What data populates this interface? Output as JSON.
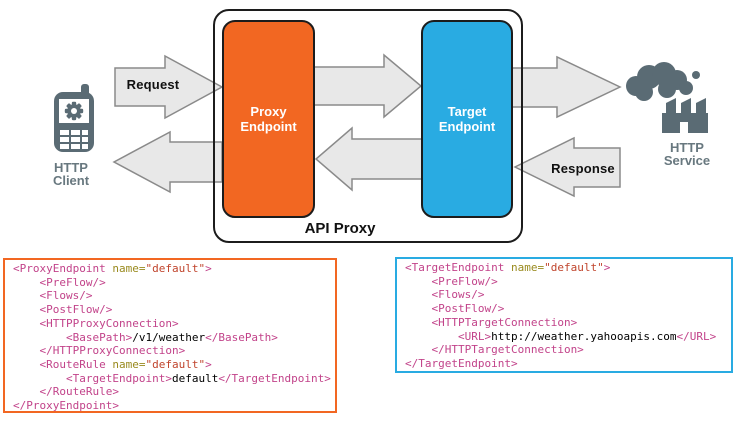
{
  "diagram": {
    "client": {
      "icon": "mobile-phone-icon",
      "label_line1": "HTTP",
      "label_line2": "Client"
    },
    "service": {
      "icon": "factory-smoke-icon",
      "label_line1": "HTTP",
      "label_line2": "Service"
    },
    "api_proxy": {
      "label": "API Proxy"
    },
    "proxy_endpoint": {
      "label_line1": "Proxy",
      "label_line2": "Endpoint",
      "color": "#F26722"
    },
    "target_endpoint": {
      "label_line1": "Target",
      "label_line2": "Endpoint",
      "color": "#29ABE2"
    },
    "arrows": {
      "request_label": "Request",
      "response_label": "Response"
    }
  },
  "colors": {
    "icon_gray": "#5A6B74",
    "label_gray": "#68787F",
    "arrow_fill": "#E8E8E8",
    "arrow_stroke": "#8A8A8A",
    "box_border": "#1C1C1C",
    "syntax_tag": "#C2438A",
    "syntax_attr_name": "#998A1E",
    "syntax_attr_value": "#C0442C",
    "syntax_text": "#000000"
  },
  "code_blocks": [
    {
      "name": "proxy-endpoint-xml",
      "border_color": "#F26722",
      "lines": [
        [
          {
            "c": "tag",
            "t": "<ProxyEndpoint "
          },
          {
            "c": "attr",
            "t": "name="
          },
          {
            "c": "val",
            "t": "\"default\""
          },
          {
            "c": "tag",
            "t": ">"
          }
        ],
        [
          {
            "c": "tag",
            "t": "    <PreFlow/>"
          }
        ],
        [
          {
            "c": "tag",
            "t": "    <Flows/>"
          }
        ],
        [
          {
            "c": "tag",
            "t": "    <PostFlow/>"
          }
        ],
        [
          {
            "c": "tag",
            "t": "    <HTTPProxyConnection>"
          }
        ],
        [
          {
            "c": "tag",
            "t": "        <BasePath>"
          },
          {
            "c": "text",
            "t": "/v1/weather"
          },
          {
            "c": "tag",
            "t": "</BasePath>"
          }
        ],
        [
          {
            "c": "tag",
            "t": "    </HTTPProxyConnection>"
          }
        ],
        [
          {
            "c": "tag",
            "t": "    <RouteRule "
          },
          {
            "c": "attr",
            "t": "name="
          },
          {
            "c": "val",
            "t": "\"default\""
          },
          {
            "c": "tag",
            "t": ">"
          }
        ],
        [
          {
            "c": "tag",
            "t": "        <TargetEndpoint>"
          },
          {
            "c": "text",
            "t": "default"
          },
          {
            "c": "tag",
            "t": "</TargetEndpoint>"
          }
        ],
        [
          {
            "c": "tag",
            "t": "    </RouteRule>"
          }
        ],
        [
          {
            "c": "tag",
            "t": "</ProxyEndpoint>"
          }
        ]
      ]
    },
    {
      "name": "target-endpoint-xml",
      "border_color": "#29ABE2",
      "lines": [
        [
          {
            "c": "tag",
            "t": "<TargetEndpoint "
          },
          {
            "c": "attr",
            "t": "name="
          },
          {
            "c": "val",
            "t": "\"default\""
          },
          {
            "c": "tag",
            "t": ">"
          }
        ],
        [
          {
            "c": "tag",
            "t": "    <PreFlow/>"
          }
        ],
        [
          {
            "c": "tag",
            "t": "    <Flows/>"
          }
        ],
        [
          {
            "c": "tag",
            "t": "    <PostFlow/>"
          }
        ],
        [
          {
            "c": "tag",
            "t": "    <HTTPTargetConnection>"
          }
        ],
        [
          {
            "c": "tag",
            "t": "        <URL>"
          },
          {
            "c": "text",
            "t": "http://weather.yahooapis.com"
          },
          {
            "c": "tag",
            "t": "</URL>"
          }
        ],
        [
          {
            "c": "tag",
            "t": "    </HTTPTargetConnection>"
          }
        ],
        [
          {
            "c": "tag",
            "t": "</TargetEndpoint>"
          }
        ]
      ]
    }
  ]
}
